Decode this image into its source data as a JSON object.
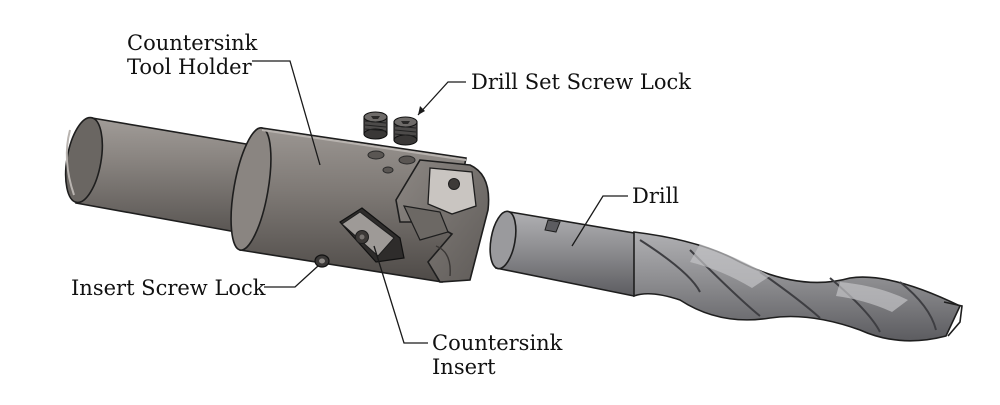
{
  "labels": {
    "holder_line1": "Countersink",
    "holder_line2": "Tool Holder",
    "set_screw": "Drill Set Screw Lock",
    "drill": "Drill",
    "insert_screw": "Insert Screw Lock",
    "insert_line1": "Countersink",
    "insert_line2": "Insert"
  },
  "colors": {
    "steel_body": "#7d7874",
    "steel_light": "#9a9591",
    "steel_dark": "#4a4643",
    "drill_steel": "#8e8e90",
    "drill_dark": "#55555a",
    "edge": "#1e1e1e",
    "leader": "#1a1a1a",
    "background": "#ffffff"
  }
}
